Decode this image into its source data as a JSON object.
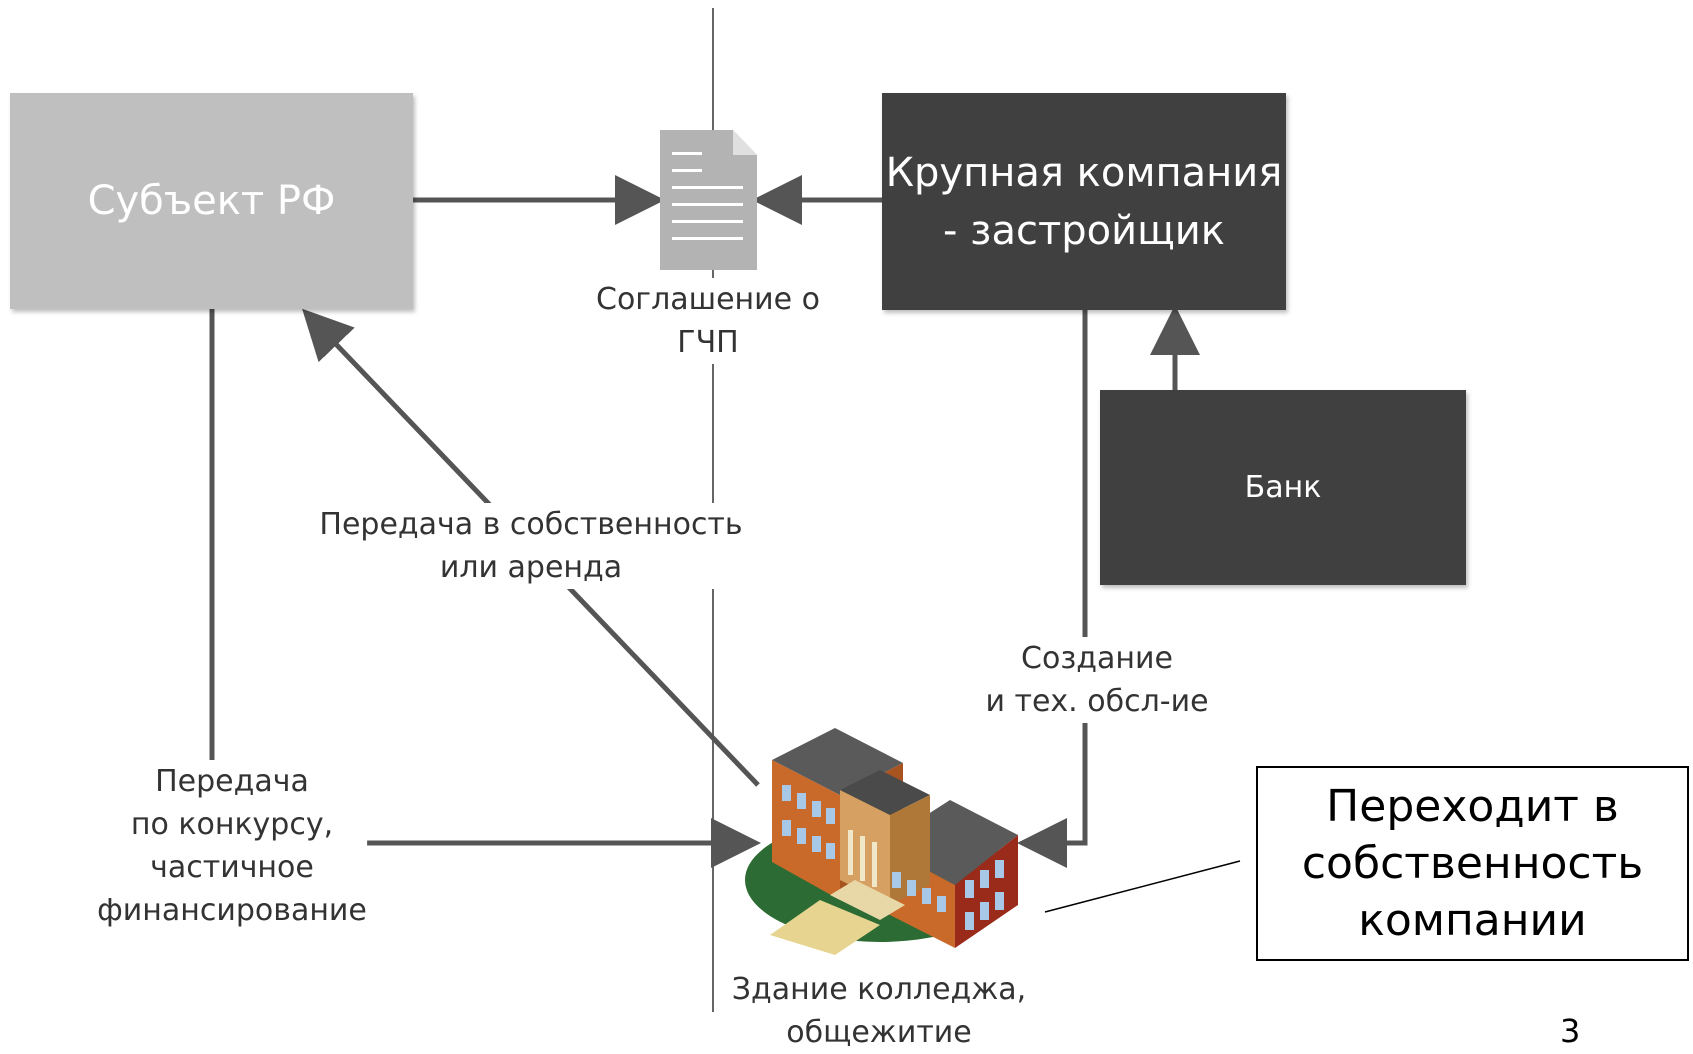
{
  "diagram": {
    "subject": {
      "label": "Субъект РФ"
    },
    "company": {
      "lines": [
        "Крупная компания",
        "- застройщик"
      ]
    },
    "bank": {
      "label": "Банк"
    },
    "agreement": {
      "icon": "document-icon",
      "lines": [
        "Соглашение о",
        "ГЧП"
      ]
    },
    "building": {
      "icon": "college-building-icon",
      "lines": [
        "Здание колледжа,",
        "общежитие"
      ]
    },
    "edges": {
      "ownership_transfer": [
        "Передача в собственность",
        "или аренда"
      ],
      "competition_transfer": [
        "Передача",
        "по конкурсу,",
        "частичное",
        "финансирование"
      ],
      "construction": [
        "Создание",
        "и тех. обсл-ие"
      ]
    },
    "callout": {
      "lines": [
        "Переходит в",
        "собственность",
        "компании"
      ]
    }
  },
  "page_number": "3",
  "colors": {
    "subject_fill": "#bfbfbf",
    "company_fill": "#404040",
    "bank_fill": "#404040",
    "arrow": "#555555",
    "text": "#333333"
  }
}
